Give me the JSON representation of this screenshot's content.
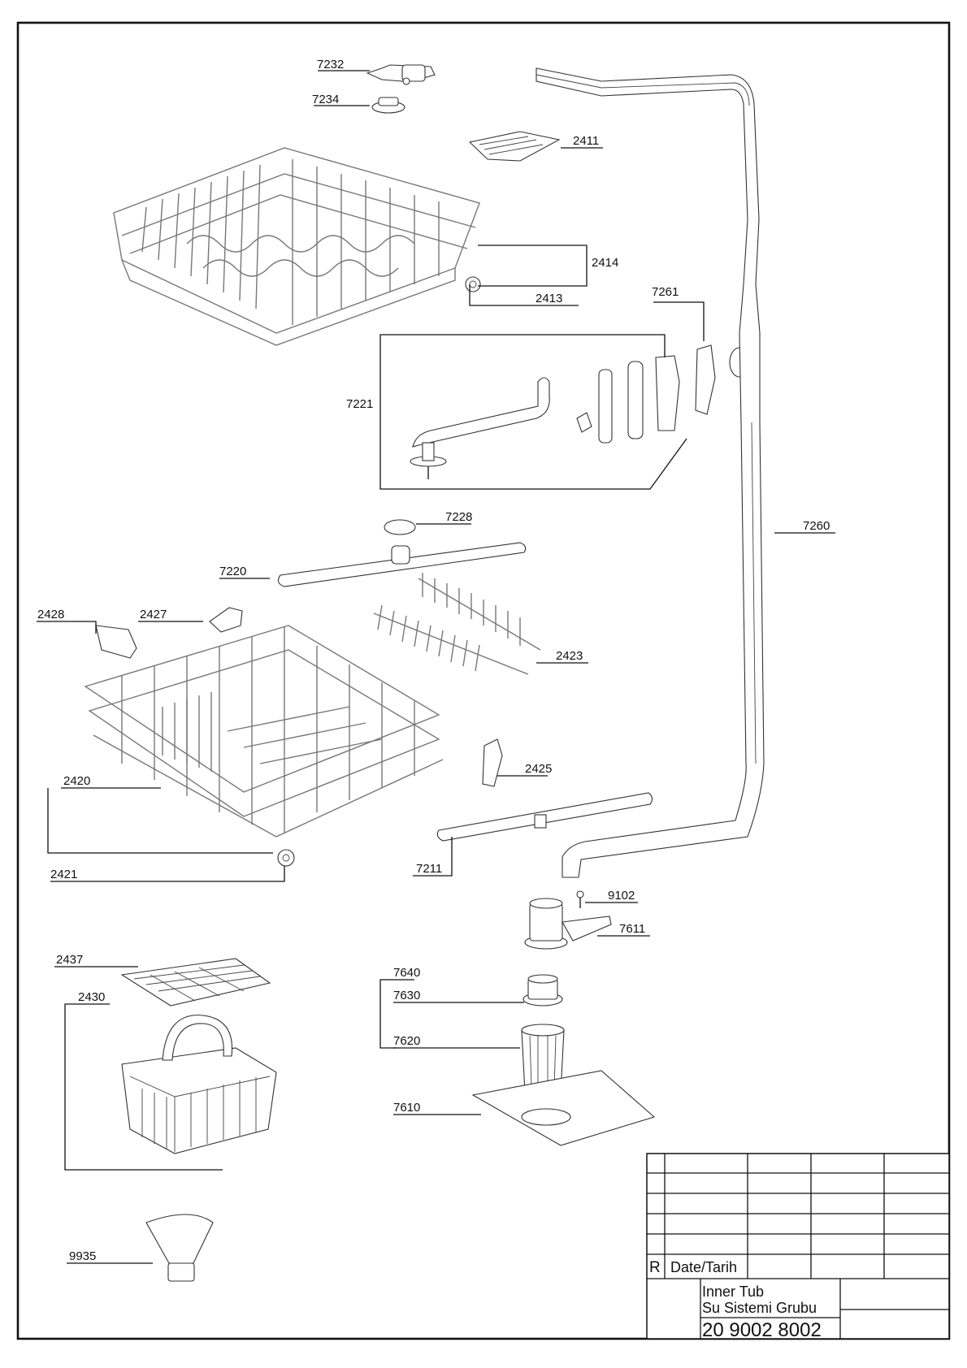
{
  "labels": {
    "p7232": "7232",
    "p7234": "7234",
    "p2411": "2411",
    "p2414": "2414",
    "p2413": "2413",
    "p7261": "7261",
    "p7221": "7221",
    "p7228": "7228",
    "p7260": "7260",
    "p7220": "7220",
    "p2428": "2428",
    "p2427": "2427",
    "p2423": "2423",
    "p2425": "2425",
    "p2420": "2420",
    "p2421": "2421",
    "p7211": "7211",
    "p9102": "9102",
    "p7611": "7611",
    "p2437": "2437",
    "p2430": "2430",
    "p7640": "7640",
    "p7630": "7630",
    "p7620": "7620",
    "p7610": "7610",
    "p9935": "9935"
  },
  "title_block": {
    "rev_mark": "R",
    "date_label": "Date/Tarih",
    "title_line1": "Inner Tub",
    "title_line2": "Su Sistemi Grubu",
    "drawing_number": "20 9002 8002"
  }
}
